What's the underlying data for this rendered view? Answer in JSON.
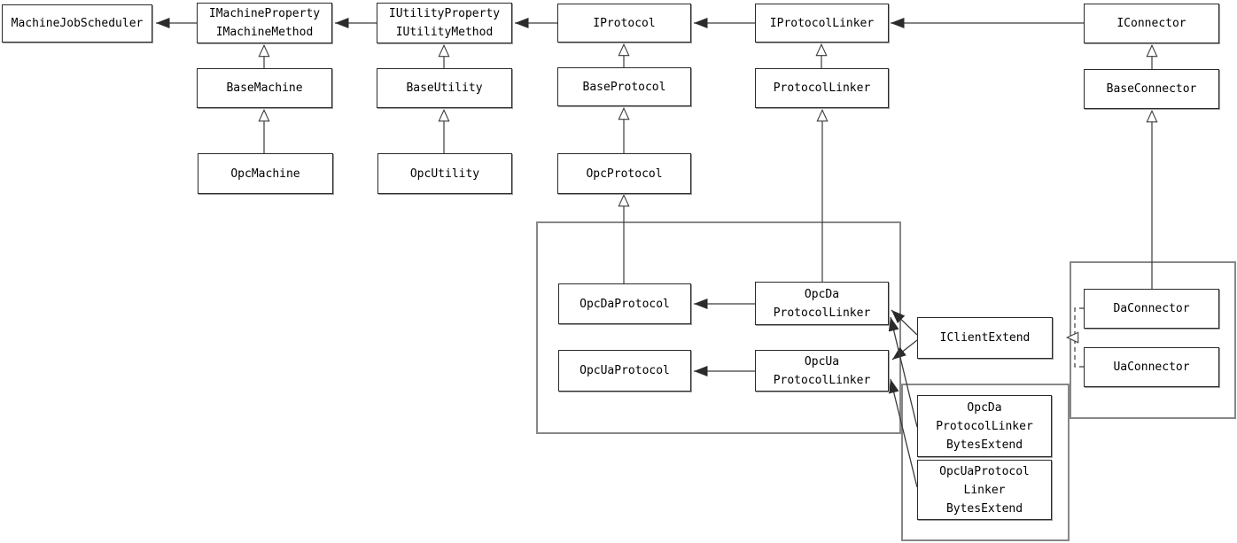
{
  "diagram": {
    "kind": "uml-class-diagram",
    "colors": {
      "background": "#ffffff",
      "node_fill": "#ffffff",
      "node_border": "#2a2a2a",
      "container_border": "#878787",
      "edge": "#3b3b3b",
      "text": "#000000"
    },
    "nodes": {
      "machine_job_scheduler": {
        "lines": [
          "MachineJobScheduler"
        ]
      },
      "i_machine": {
        "lines": [
          "IMachineProperty",
          "IMachineMethod"
        ]
      },
      "i_utility": {
        "lines": [
          "IUtilityProperty",
          "IUtilityMethod"
        ]
      },
      "i_protocol": {
        "lines": [
          "IProtocol"
        ]
      },
      "i_protocol_linker": {
        "lines": [
          "IProtocolLinker"
        ]
      },
      "i_connector": {
        "lines": [
          "IConnector"
        ]
      },
      "base_machine": {
        "lines": [
          "BaseMachine"
        ]
      },
      "base_utility": {
        "lines": [
          "BaseUtility"
        ]
      },
      "base_protocol": {
        "lines": [
          "BaseProtocol"
        ]
      },
      "protocol_linker": {
        "lines": [
          "ProtocolLinker"
        ]
      },
      "base_connector": {
        "lines": [
          "BaseConnector"
        ]
      },
      "opc_machine": {
        "lines": [
          "OpcMachine"
        ]
      },
      "opc_utility": {
        "lines": [
          "OpcUtility"
        ]
      },
      "opc_protocol": {
        "lines": [
          "OpcProtocol"
        ]
      },
      "opc_da_protocol": {
        "lines": [
          "OpcDaProtocol"
        ]
      },
      "opc_ua_protocol": {
        "lines": [
          "OpcUaProtocol"
        ]
      },
      "opc_da_protocol_linker": {
        "lines": [
          "OpcDa",
          "ProtocolLinker"
        ]
      },
      "opc_ua_protocol_linker": {
        "lines": [
          "OpcUa",
          "ProtocolLinker"
        ]
      },
      "i_client_extend": {
        "lines": [
          "IClientExtend"
        ]
      },
      "da_connector": {
        "lines": [
          "DaConnector"
        ]
      },
      "ua_connector": {
        "lines": [
          "UaConnector"
        ]
      },
      "opc_da_protocol_linker_bytes_extend": {
        "lines": [
          "OpcDa",
          "ProtocolLinker",
          "BytesExtend"
        ]
      },
      "opc_ua_protocol_linker_bytes_extend": {
        "lines": [
          "OpcUaProtocol",
          "Linker",
          "BytesExtend"
        ]
      }
    },
    "relationships": [
      {
        "from": "IMachineProperty/IMachineMethod",
        "to": "MachineJobScheduler",
        "type": "association-arrow"
      },
      {
        "from": "IUtilityProperty/IUtilityMethod",
        "to": "IMachineProperty/IMachineMethod",
        "type": "association-arrow"
      },
      {
        "from": "IProtocol",
        "to": "IUtilityProperty/IUtilityMethod",
        "type": "association-arrow"
      },
      {
        "from": "IProtocolLinker",
        "to": "IProtocol",
        "type": "association-arrow"
      },
      {
        "from": "IConnector",
        "to": "IProtocolLinker",
        "type": "association-arrow"
      },
      {
        "from": "BaseMachine",
        "to": "IMachineProperty/IMachineMethod",
        "type": "inheritance"
      },
      {
        "from": "OpcMachine",
        "to": "BaseMachine",
        "type": "inheritance"
      },
      {
        "from": "BaseUtility",
        "to": "IUtilityProperty/IUtilityMethod",
        "type": "inheritance"
      },
      {
        "from": "OpcUtility",
        "to": "BaseUtility",
        "type": "inheritance"
      },
      {
        "from": "BaseProtocol",
        "to": "IProtocol",
        "type": "inheritance"
      },
      {
        "from": "OpcProtocol",
        "to": "BaseProtocol",
        "type": "inheritance"
      },
      {
        "from": "OpcDaProtocol",
        "to": "OpcProtocol",
        "type": "inheritance"
      },
      {
        "from": "ProtocolLinker",
        "to": "IProtocolLinker",
        "type": "inheritance"
      },
      {
        "from": "OpcDaProtocolLinker",
        "to": "ProtocolLinker",
        "type": "inheritance"
      },
      {
        "from": "BaseConnector",
        "to": "IConnector",
        "type": "inheritance"
      },
      {
        "from": "DaConnector",
        "to": "BaseConnector",
        "type": "inheritance"
      },
      {
        "from": "OpcDaProtocolLinker",
        "to": "OpcDaProtocol",
        "type": "association-arrow"
      },
      {
        "from": "OpcUaProtocolLinker",
        "to": "OpcUaProtocol",
        "type": "association-arrow"
      },
      {
        "from": "IClientExtend",
        "to": "OpcDaProtocolLinker",
        "type": "association-arrow"
      },
      {
        "from": "IClientExtend",
        "to": "OpcUaProtocolLinker",
        "type": "association-arrow"
      },
      {
        "from": "OpcDaProtocolLinkerBytesExtend",
        "to": "OpcDaProtocolLinker",
        "type": "association-arrow"
      },
      {
        "from": "OpcUaProtocolLinkerBytesExtend",
        "to": "OpcUaProtocolLinker",
        "type": "association-arrow"
      },
      {
        "from": "DaConnector",
        "to": "IClientExtend",
        "type": "realization-dashed"
      },
      {
        "from": "UaConnector",
        "to": "IClientExtend",
        "type": "realization-dashed"
      }
    ]
  }
}
